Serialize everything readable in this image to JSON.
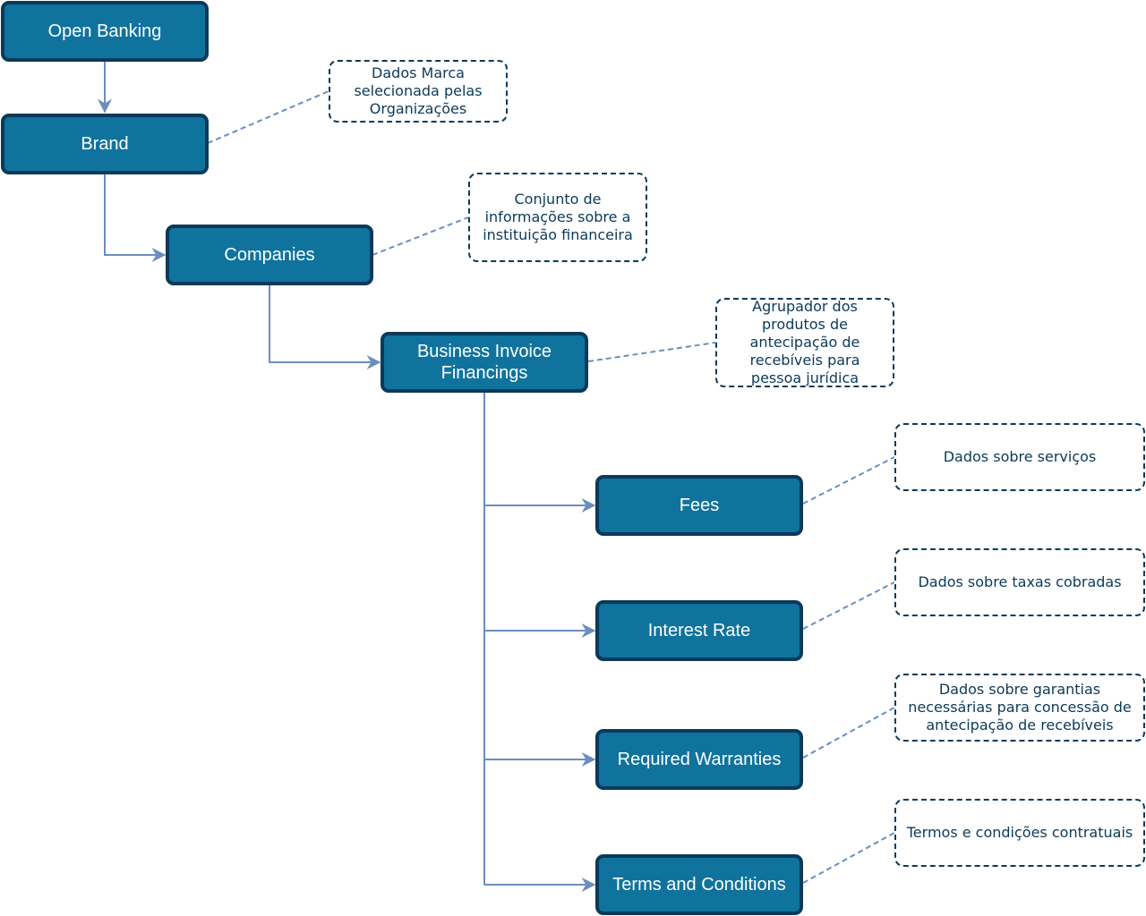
{
  "nodes": {
    "open_banking": "Open Banking",
    "brand": "Brand",
    "companies": "Companies",
    "business_invoice": "Business Invoice Financings",
    "fees": "Fees",
    "interest_rate": "Interest Rate",
    "required_warranties": "Required Warranties",
    "terms": "Terms and Conditions"
  },
  "notes": {
    "brand": "Dados Marca selecionada pelas Organizações",
    "companies": "Conjunto de informações sobre a instituição financeira",
    "business_invoice": "Agrupador dos produtos de antecipação de recebíveis para pessoa jurídica",
    "fees": "Dados sobre serviços",
    "interest_rate": "Dados sobre taxas cobradas",
    "required_warranties": "Dados sobre garantias necessárias para concessão de antecipação de recebíveis",
    "terms": "Termos e condições contratuais"
  },
  "colors": {
    "node_fill": "#10739e",
    "node_border": "#0b3a5a",
    "connector": "#6c8ebf",
    "note_border": "#0b3a5a"
  }
}
